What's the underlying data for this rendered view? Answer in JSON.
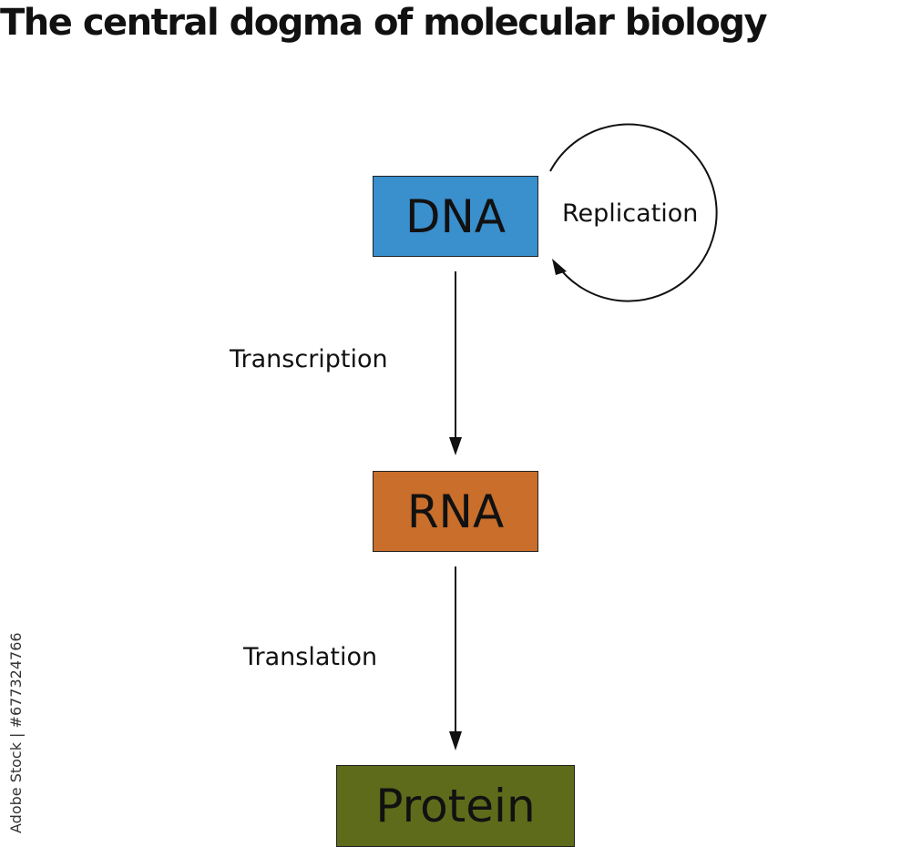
{
  "title": "The central dogma of molecular biology",
  "nodes": {
    "dna": {
      "label": "DNA",
      "color": "#3a8fcd"
    },
    "rna": {
      "label": "RNA",
      "color": "#c96e2b"
    },
    "protein": {
      "label": "Protein",
      "color": "#5d6b1b"
    }
  },
  "edges": {
    "replication": "Replication",
    "transcription": "Transcription",
    "translation": "Translation"
  },
  "watermark": "Adobe Stock | #677324766"
}
